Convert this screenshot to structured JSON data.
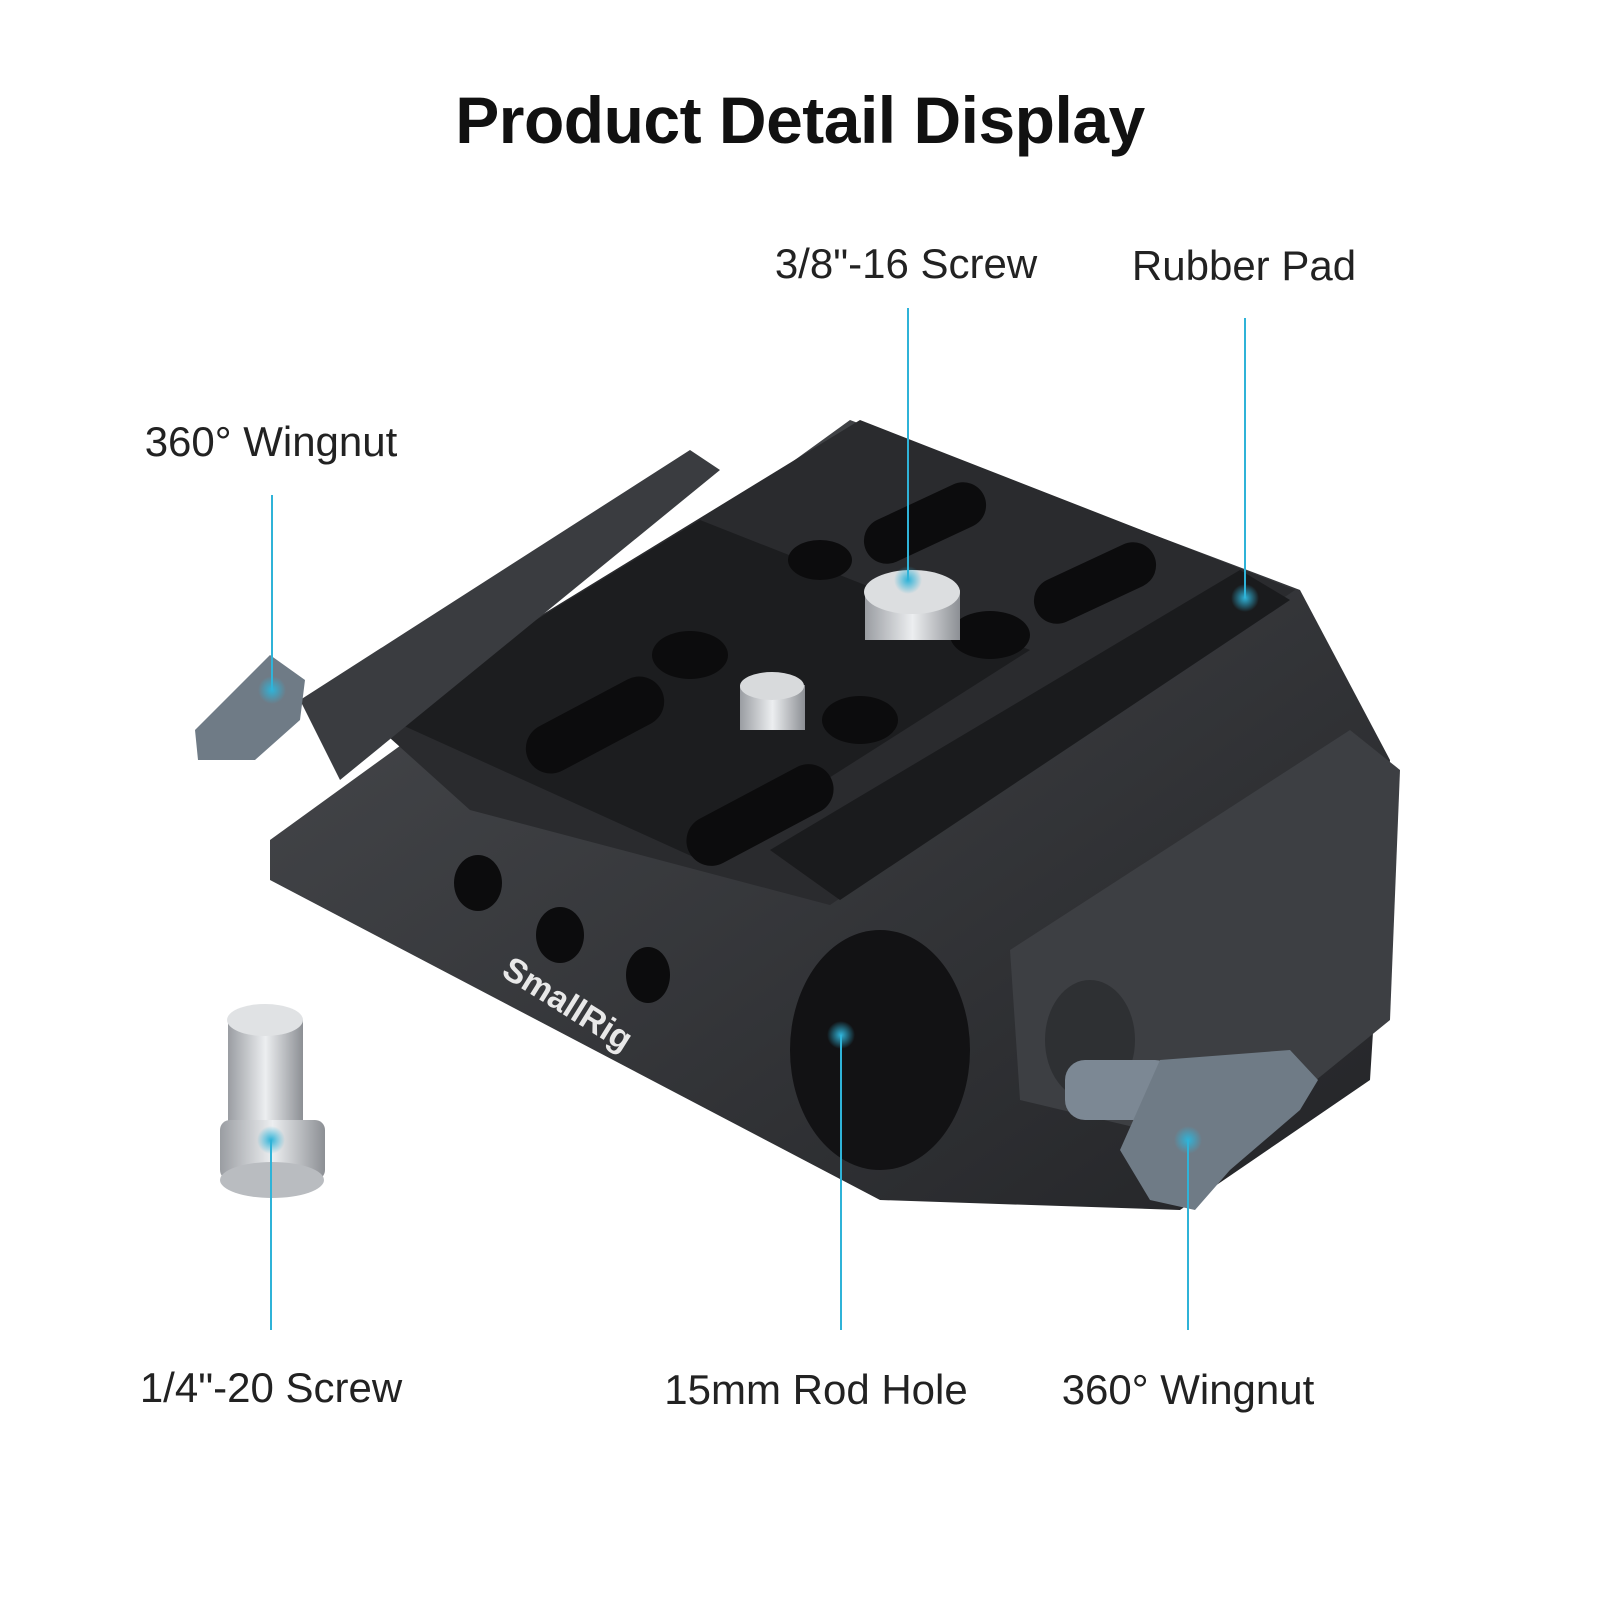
{
  "title": "Product Detail Display",
  "brand": "SmallRig",
  "accent_color": "#2fb3d8",
  "callouts": [
    {
      "label": "3/8\"-16 Screw"
    },
    {
      "label": "Rubber Pad"
    },
    {
      "label": "360° Wingnut"
    },
    {
      "label": "1/4\"-20 Screw"
    },
    {
      "label": "15mm Rod Hole"
    },
    {
      "label": "360° Wingnut"
    }
  ]
}
